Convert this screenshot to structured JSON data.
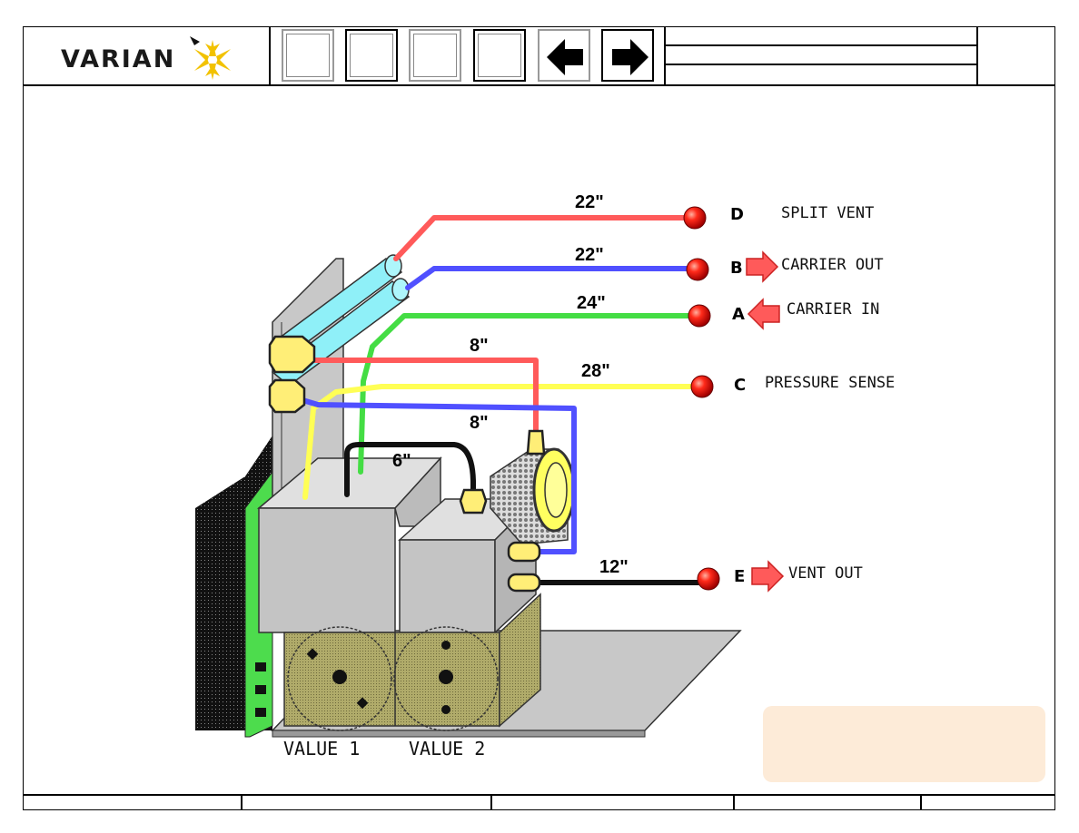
{
  "header": {
    "brand": "VARIAN",
    "nav": [
      {
        "name": "blank-button-1"
      },
      {
        "name": "blank-button-2"
      },
      {
        "name": "blank-button-3"
      },
      {
        "name": "blank-button-4"
      },
      {
        "name": "back-arrow-button",
        "icon": "left-arrow-icon"
      },
      {
        "name": "forward-arrow-button",
        "icon": "right-arrow-icon"
      }
    ]
  },
  "colors": {
    "red_line": "#ff5a5a",
    "blue_line": "#5050ff",
    "green_line": "#44dd44",
    "yellow_line": "#ffff55",
    "black_line": "#111111",
    "note_bg": "#fdebd8"
  },
  "ports": [
    {
      "letter": "D",
      "label": "SPLIT VENT",
      "length": "22\"",
      "arrow": "none"
    },
    {
      "letter": "B",
      "label": "CARRIER OUT",
      "length": "22\"",
      "arrow": "right"
    },
    {
      "letter": "A",
      "label": "CARRIER IN",
      "length": "24\"",
      "arrow": "left"
    },
    {
      "letter": "C",
      "label": "PRESSURE SENSE",
      "length": "28\"",
      "arrow": "none"
    },
    {
      "letter": "E",
      "label": "VENT OUT",
      "length": "12\"",
      "arrow": "right"
    }
  ],
  "internal_lengths": {
    "red_short": "8\"",
    "blue_short": "8\"",
    "black_short": "6\""
  },
  "valves": [
    "VALUE 1",
    "VALUE 2"
  ]
}
